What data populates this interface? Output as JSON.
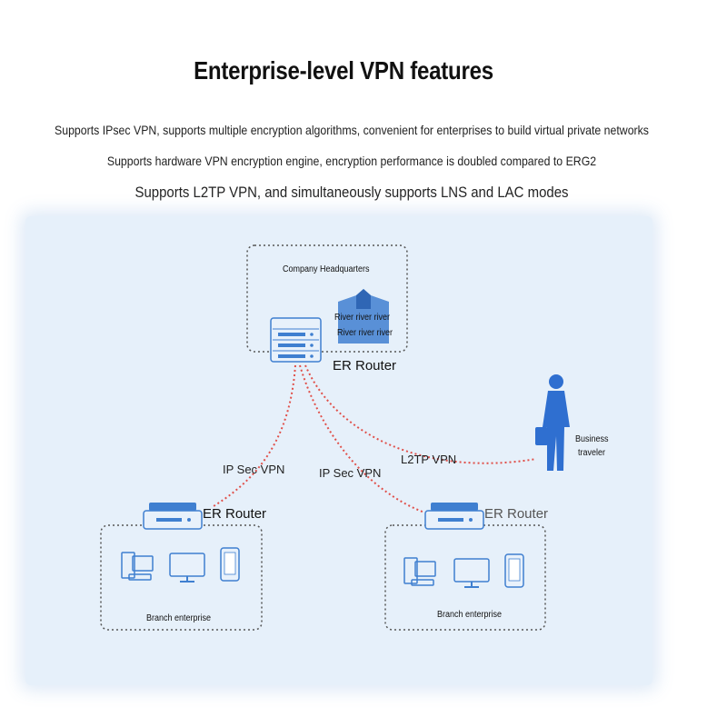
{
  "title": "Enterprise-level VPN features",
  "features": [
    "Supports IPsec VPN, supports multiple encryption algorithms, convenient for enterprises to build virtual private networks",
    "Supports hardware VPN encryption engine, encryption performance is doubled compared to ERG2",
    "Supports L2TP VPN, and simultaneously supports LNS and LAC modes"
  ],
  "diagram": {
    "headquarters": {
      "label": "Company Headquarters",
      "building_text_1": "River river river",
      "building_text_2": "River river river",
      "router_label": "ER Router"
    },
    "traveler": {
      "label_1": "Business",
      "label_2": "traveler"
    },
    "links": {
      "ipsec_left": "IP Sec VPN",
      "ipsec_right": "IP Sec VPN",
      "l2tp": "L2TP VPN"
    },
    "branch_left": {
      "router_label": "ER Router",
      "label": "Branch enterprise"
    },
    "branch_right": {
      "router_label": "ER Router",
      "label": "Branch enterprise"
    },
    "colors": {
      "panel": "#e6f0fa",
      "vpn_line": "#e0504a",
      "device_blue": "#3f7fd0"
    }
  }
}
